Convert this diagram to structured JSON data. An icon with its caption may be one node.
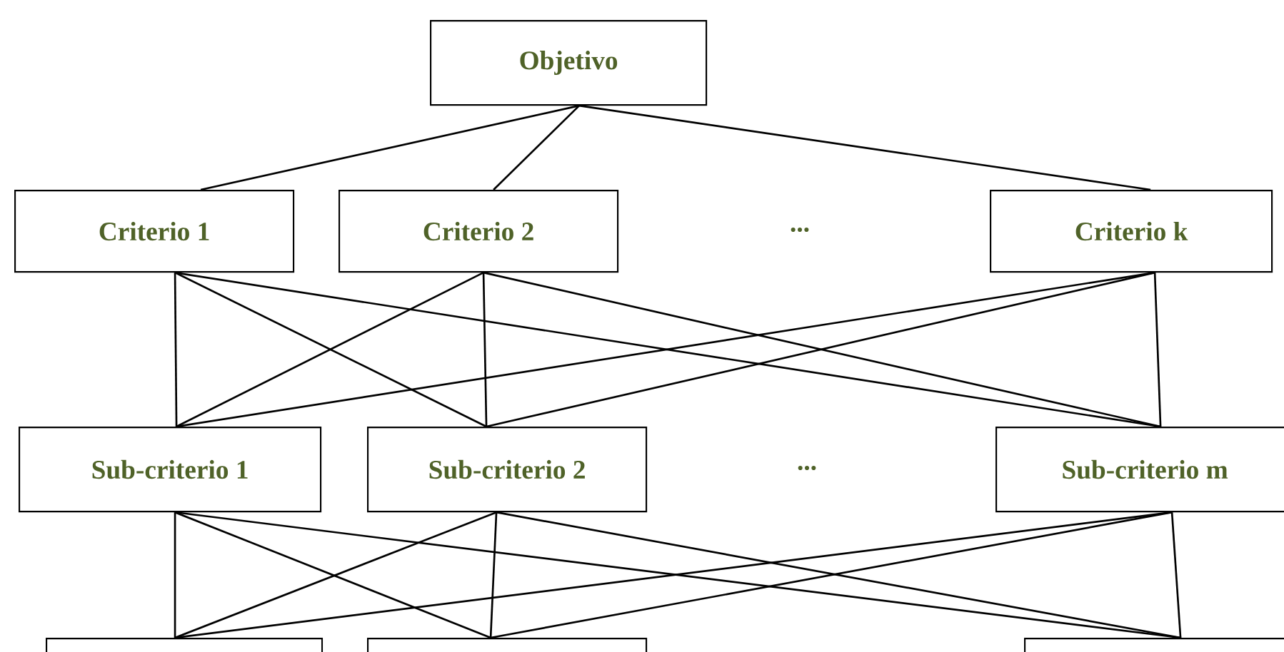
{
  "diagram": {
    "nodes": [
      {
        "text": [
          "Objetivo"
        ]
      },
      {
        "text": [
          "Criterio 1"
        ]
      },
      {
        "text": [
          "Criterio 2"
        ]
      },
      {
        "text": [
          "Criterio k"
        ]
      },
      {
        "text": [
          "Sub-criterio 1"
        ]
      },
      {
        "text": [
          "Sub-criterio 2"
        ]
      },
      {
        "text": [
          "Sub-criterio m"
        ]
      },
      {
        "text": [],
        "shape": "box"
      },
      {
        "text": [],
        "shape": "box"
      },
      {
        "text": [],
        "shape": "box"
      }
    ],
    "edges": [
      {
        "from": 0,
        "to": 1,
        "arrow": "none"
      },
      {
        "from": 0,
        "to": 2,
        "arrow": "none"
      },
      {
        "from": 0,
        "to": 3,
        "arrow": "none"
      },
      {
        "from": 1,
        "to": 4,
        "arrow": "none"
      },
      {
        "from": 1,
        "to": 5,
        "arrow": "none"
      },
      {
        "from": 1,
        "to": 6,
        "arrow": "none"
      },
      {
        "from": 2,
        "to": 4,
        "arrow": "none"
      },
      {
        "from": 2,
        "to": 5,
        "arrow": "none"
      },
      {
        "from": 2,
        "to": 6,
        "arrow": "none"
      },
      {
        "from": 3,
        "to": 4,
        "arrow": "none"
      },
      {
        "from": 3,
        "to": 5,
        "arrow": "none"
      },
      {
        "from": 3,
        "to": 6,
        "arrow": "none"
      },
      {
        "from": 4,
        "to": 7,
        "arrow": "none"
      },
      {
        "from": 4,
        "to": 8,
        "arrow": "none"
      },
      {
        "from": 4,
        "to": 9,
        "arrow": "none"
      },
      {
        "from": 5,
        "to": 7,
        "arrow": "none"
      },
      {
        "from": 5,
        "to": 8,
        "arrow": "none"
      },
      {
        "from": 5,
        "to": 9,
        "arrow": "none"
      },
      {
        "from": 6,
        "to": 7,
        "arrow": "none"
      },
      {
        "from": 6,
        "to": 8,
        "arrow": "none"
      },
      {
        "from": 6,
        "to": 9,
        "arrow": "none"
      }
    ],
    "labels": [
      "...",
      "..."
    ]
  }
}
